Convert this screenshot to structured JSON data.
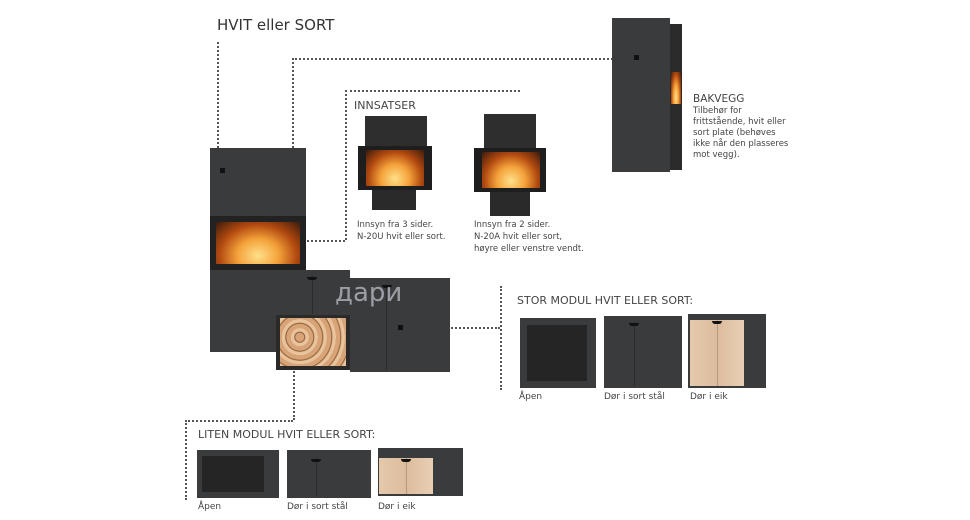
{
  "title": "HVIT eller SORT",
  "watermark": "дари",
  "innsatser": {
    "heading": "INNSATSER",
    "items": [
      {
        "lines": [
          "Innsyn fra 3 sider.",
          "N-20U hvit eller sort."
        ]
      },
      {
        "lines": [
          "Innsyn fra 2 sider.",
          "N-20A hvit eller sort,",
          "høyre eller venstre vendt."
        ]
      }
    ]
  },
  "bakvegg": {
    "heading": "BAKVEGG",
    "lines": [
      "Tilbehør for",
      "frittstående, hvit eller",
      "sort plate (behøves",
      "ikke når den plasseres",
      "mot vegg)."
    ]
  },
  "stor_modul": {
    "heading": "STOR MODUL HVIT ELLER SORT:",
    "options": [
      "Åpen",
      "Dør i sort stål",
      "Dør i eik"
    ]
  },
  "liten_modul": {
    "heading": "LITEN MODUL HVIT ELLER SORT:",
    "options": [
      "Åpen",
      "Dør i sort stål",
      "Dør i eik"
    ]
  }
}
